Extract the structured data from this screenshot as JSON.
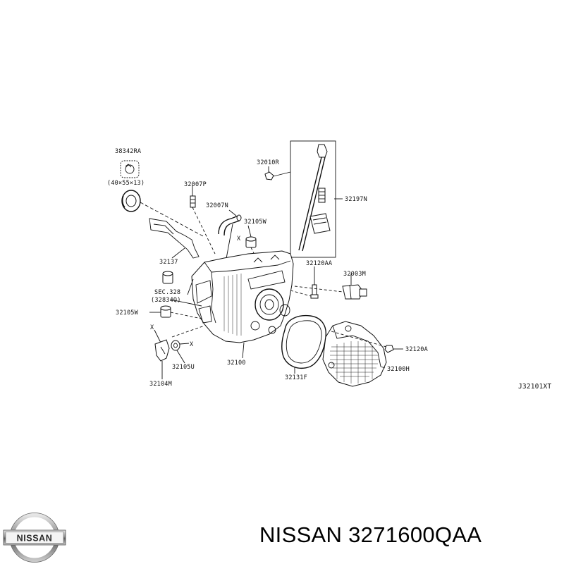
{
  "diagram": {
    "ref_code": "J32101XT",
    "parts": [
      {
        "id": "38342RA",
        "label": "38342RA"
      },
      {
        "id": "dimension",
        "label": "(40×55×13)"
      },
      {
        "id": "32007P",
        "label": "32007P"
      },
      {
        "id": "32007N",
        "label": "32007N"
      },
      {
        "id": "32105W_top",
        "label": "32105W"
      },
      {
        "id": "32010R",
        "label": "32010R"
      },
      {
        "id": "32197N",
        "label": "32197N"
      },
      {
        "id": "32137",
        "label": "32137"
      },
      {
        "id": "32120AA",
        "label": "32120AA"
      },
      {
        "id": "32003M",
        "label": "32003M"
      },
      {
        "id": "sec328",
        "label": "SEC.328"
      },
      {
        "id": "sec_ref",
        "label": "(32834Q)"
      },
      {
        "id": "32105W_left",
        "label": "32105W"
      },
      {
        "id": "32105U",
        "label": "32105U"
      },
      {
        "id": "32104M",
        "label": "32104M"
      },
      {
        "id": "32100",
        "label": "32100"
      },
      {
        "id": "32131F",
        "label": "32131F"
      },
      {
        "id": "32120A",
        "label": "32120A"
      },
      {
        "id": "32100H",
        "label": "32100H"
      }
    ]
  },
  "logo": {
    "text": "NISSAN"
  },
  "caption": {
    "text": "NISSAN 3271600QAA"
  }
}
